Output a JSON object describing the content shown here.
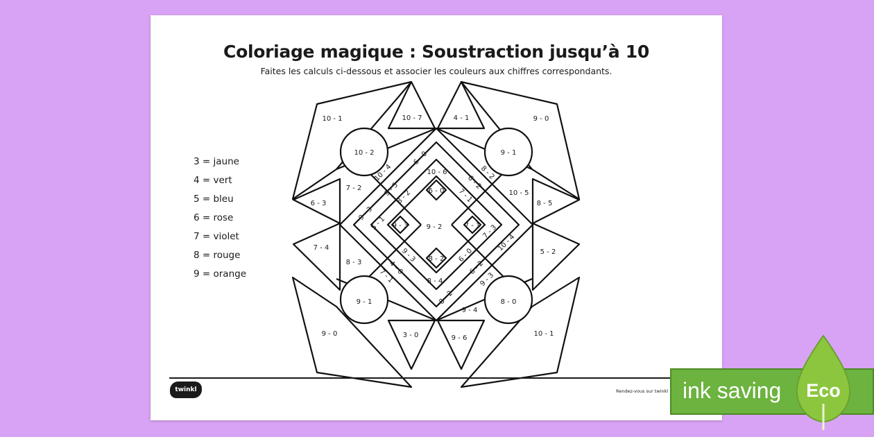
{
  "worksheet": {
    "title": "Coloriage magique : Soustraction jusqu’à 10",
    "subtitle": "Faites les calculs ci-dessous et associer les couleurs aux chiffres correspondants.",
    "legend": [
      "3 = jaune",
      "4 = vert",
      "5 = bleu",
      "6 = rose",
      "7 = violet",
      "8 = rouge",
      "9 = orange"
    ],
    "picture_labels": {
      "tl_kite": "10 - 1",
      "tl_triangle": "10 - 7",
      "tr_triangle": "4 - 1",
      "tr_kite": "9 - 0",
      "tl_circle": "10 - 2",
      "tr_circle": "9 - 1",
      "bl_circle": "9 - 1",
      "br_circle": "8 - 0",
      "l_triangle_top": "6 - 3",
      "l_triangle_bottom": "7 - 4",
      "r_triangle_top": "8 - 5",
      "r_triangle_bottom": "5 - 2",
      "l_small_top": "7 - 2",
      "l_small_bottom": "8 - 3",
      "r_small_top": "10 - 5",
      "bl_kite": "9 - 0",
      "bl_triangle": "3 - 0",
      "br_triangle": "9 - 6",
      "br_kite": "10 - 1",
      "b_small": "9 - 4",
      "center": "9 - 2",
      "top_inner": "10 - 6",
      "top_diamond": "6 - 0",
      "left_diamond": "9 - 3",
      "right_diamond": "7 - 1",
      "bottom_diamond": "8 - 2",
      "bottom_inner": "8 - 4",
      "nw_1": "10 - 4",
      "nw_2": "6 - 0",
      "nw_3": "9 - 5",
      "nw_4": "8 - 2",
      "ne_1": "8 - 2",
      "ne_2": "6 - 2",
      "ne_3": "7 - 1",
      "sw_1": "9 - 3",
      "sw_2": "5 - 1",
      "sw_3": "4 - 0",
      "sw_4": "7 - 1",
      "sw_5": "9 - 3",
      "se_1": "7 - 3",
      "se_2": "10 - 4",
      "se_3": "6 - 0",
      "se_4": "6 - 2",
      "se_5": "9 - 3",
      "se_6": "8 - 2"
    },
    "logo_text": "twinkl",
    "footer_note": "Rendez-vous sur twinkl"
  },
  "badge": {
    "text": "ink saving",
    "label": "Eco",
    "colors": {
      "banner": "#6db33f",
      "leaf": "#8cc63f"
    }
  }
}
